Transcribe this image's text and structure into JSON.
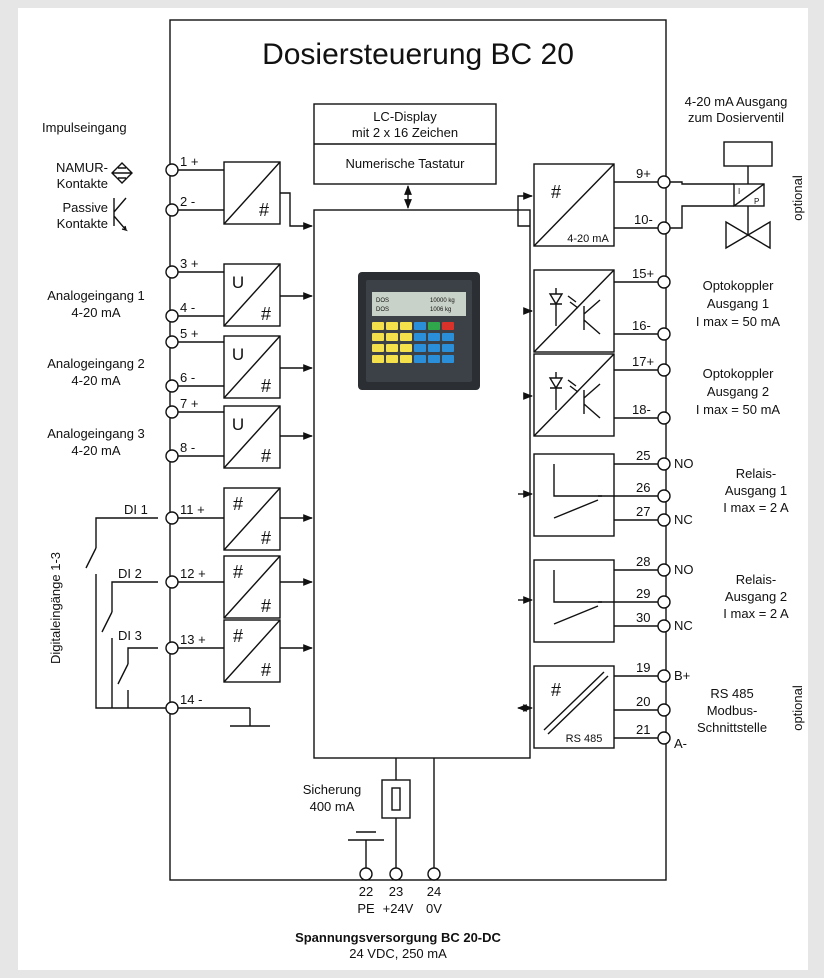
{
  "title": "Dosiersteuerung BC 20",
  "display": {
    "line1": "LC-Display",
    "line2": "mit 2 x 16 Zeichen",
    "keypad": "Numerische Tastatur"
  },
  "device_screen": {
    "row1": "DOS",
    "row1_val": "10000 kg",
    "row2": "DOS",
    "row2_val": "1006 kg"
  },
  "pulse_input": {
    "heading": "Impulseingang",
    "namur_1": "NAMUR-",
    "namur_2": "Kontakte",
    "passive_1": "Passive",
    "passive_2": "Kontakte"
  },
  "analog_inputs": [
    {
      "label": "Analogeingang 1",
      "range": "4-20 mA",
      "t_plus": "3 +",
      "t_minus": "4 -"
    },
    {
      "label": "Analogeingang 2",
      "range": "4-20 mA",
      "t_plus": "5 +",
      "t_minus": "6 -"
    },
    {
      "label": "Analogeingang 3",
      "range": "4-20 mA",
      "t_plus": "7 +",
      "t_minus": "8 -"
    }
  ],
  "pulse_terminals": {
    "plus": "1 +",
    "minus": "2 -"
  },
  "digital_inputs": {
    "group_label": "Digitaleingänge 1-3",
    "items": [
      {
        "label": "DI 1",
        "terminal": "11 +"
      },
      {
        "label": "DI 2",
        "terminal": "12 +"
      },
      {
        "label": "DI 3",
        "terminal": "13 +"
      }
    ],
    "common": "14 -"
  },
  "analog_output": {
    "heading_1": "4-20 mA Ausgang",
    "heading_2": "zum Dosierventil",
    "block_label": "4-20 mA",
    "t_plus": "9+",
    "t_minus": "10-",
    "optional": "optional",
    "ip_label": "I",
    "ip_label2": "P"
  },
  "optocouplers": [
    {
      "t_plus": "15+",
      "t_minus": "16-",
      "label_1": "Optokoppler",
      "label_2": "Ausgang 1",
      "label_3": "I max = 50 mA"
    },
    {
      "t_plus": "17+",
      "t_minus": "18-",
      "label_1": "Optokoppler",
      "label_2": "Ausgang 2",
      "label_3": "I max = 50 mA"
    }
  ],
  "relays": [
    {
      "t_no": "25",
      "t_com": "26",
      "t_nc": "27",
      "no": "NO",
      "nc": "NC",
      "label_1": "Relais-",
      "label_2": "Ausgang 1",
      "label_3": "I max = 2 A"
    },
    {
      "t_no": "28",
      "t_com": "29",
      "t_nc": "30",
      "no": "NO",
      "nc": "NC",
      "label_1": "Relais-",
      "label_2": "Ausgang 2",
      "label_3": "I max = 2 A"
    }
  ],
  "rs485": {
    "block_label": "RS 485",
    "t1": "19",
    "t2": "20",
    "t3": "21",
    "b_plus": "B+",
    "a_minus": "A-",
    "label_1": "RS 485",
    "label_2": "Modbus-",
    "label_3": "Schnittstelle",
    "optional": "optional"
  },
  "fuse": {
    "label_1": "Sicherung",
    "label_2": "400 mA"
  },
  "power_terminals": [
    {
      "num": "22",
      "name": "PE"
    },
    {
      "num": "23",
      "name": "+24V"
    },
    {
      "num": "24",
      "name": "0V"
    }
  ],
  "power_supply": {
    "title": "Spannungsversorgung BC 20-DC",
    "spec": "24 VDC, 250 mA"
  },
  "symbols": {
    "hash": "#",
    "u": "U"
  },
  "colors": {
    "line": "#111111",
    "keypad_yellow": "#f4e04a",
    "keypad_blue": "#2a8fd8",
    "keypad_red": "#d8322a",
    "keypad_green": "#2ea84a"
  }
}
